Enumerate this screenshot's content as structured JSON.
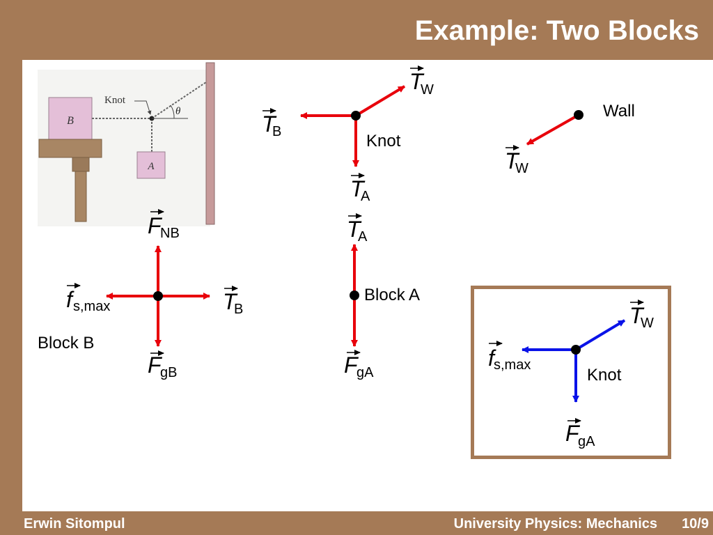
{
  "title": "Example: Two Blocks",
  "footer": {
    "author": "Erwin Sitompul",
    "course": "University Physics: Mechanics",
    "page": "10/9"
  },
  "figure": {
    "knot_label": "Knot",
    "theta_label": "θ",
    "block_b_label": "B",
    "block_a_label": "A"
  },
  "vector_symbols": {
    "T": "T",
    "F": "F",
    "f": "f"
  },
  "subscripts": {
    "W": "W",
    "B": "B",
    "A": "A",
    "NB": "NB",
    "gB": "gB",
    "gA": "gA",
    "smax": "s,max"
  },
  "labels": {
    "knot": "Knot",
    "wall": "Wall",
    "block_a": "Block A",
    "block_b": "Block B"
  },
  "colors": {
    "background": "#a57a56",
    "content": "#ffffff",
    "force_arrow": "#e8000b",
    "combined_arrow": "#0a13e8",
    "inset_border": "#a57a56"
  }
}
